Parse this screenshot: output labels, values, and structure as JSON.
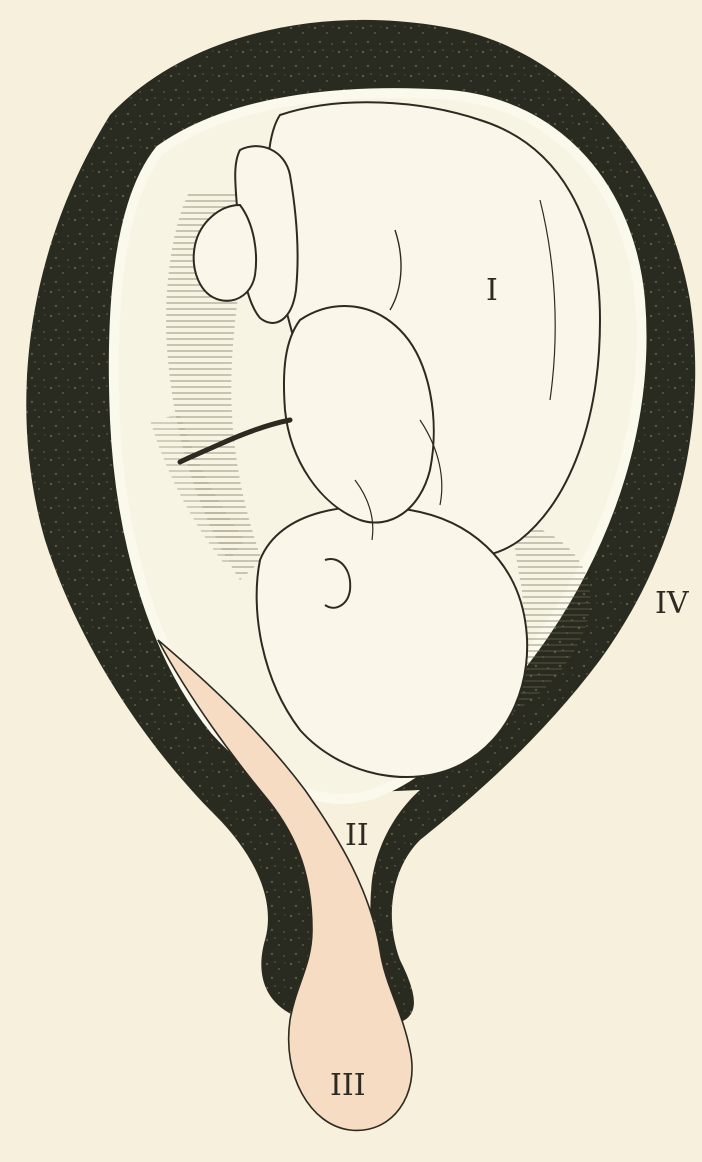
{
  "labels": {
    "fetus": "I",
    "cervix": "II",
    "bag": "III",
    "uterus_wall": "IV"
  },
  "colors": {
    "paper": "#f6f0dc",
    "wall": "#2a2b20",
    "wall_speckle": "#8f8c6b",
    "cavity": "#f8f4e4",
    "fluid": "#f3eed8",
    "membrane": "#f5dcc2",
    "ink": "#2d2a22"
  },
  "icons": [
    "uterus-wall",
    "amniotic-sac",
    "fetus",
    "umbilical-cord",
    "membrane-bag"
  ]
}
